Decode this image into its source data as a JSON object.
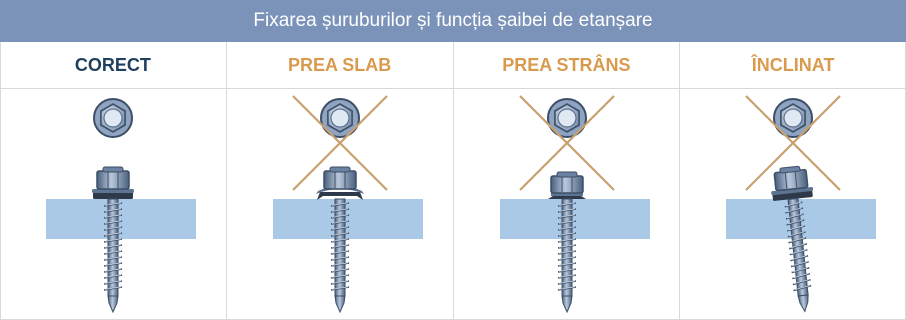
{
  "title": "Fixarea șuruburilor și funcția șaibei de etanșare",
  "colors": {
    "title_bg": "#7b93b8",
    "correct": "#1f3f5f",
    "wrong": "#d99a4e",
    "panel": "#a9c9e6",
    "cross": "#c8a06e"
  },
  "columns": [
    {
      "label": "CORECT",
      "status": "correct",
      "crossed": false,
      "variant": "correct"
    },
    {
      "label": "PREA SLAB",
      "status": "wrong",
      "crossed": true,
      "variant": "loose"
    },
    {
      "label": "PREA STRÂNS",
      "status": "wrong",
      "crossed": true,
      "variant": "tight"
    },
    {
      "label": "ÎNCLINAT",
      "status": "wrong",
      "crossed": true,
      "variant": "tilted"
    }
  ]
}
